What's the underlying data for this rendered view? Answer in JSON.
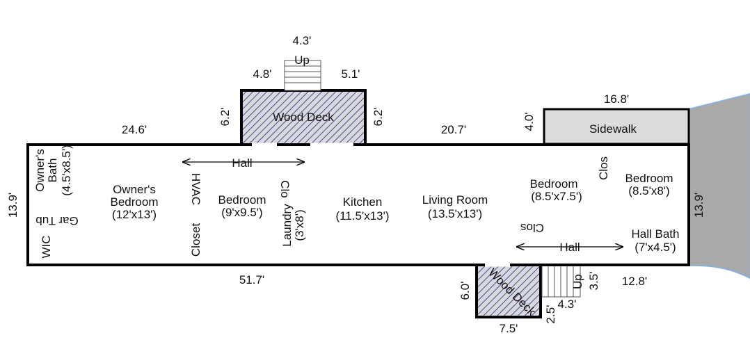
{
  "floor_plan": {
    "colors": {
      "wall": "#000000",
      "deck_hatch": "#2a2a6a",
      "deck_fill": "#d8d8e0",
      "sidewalk_fill": "#dcdcdc",
      "road_fill": "#a9a9a9",
      "road_edge": "#8ab0d8"
    },
    "rooms": {
      "owners_bath": [
        "Owner's",
        "Bath",
        "(4.5'x8.5')"
      ],
      "garden_tub": "Gar Tub",
      "wic": "WIC",
      "owners_bedroom": [
        "Owner's",
        "Bedroom",
        "(12'x13')"
      ],
      "hvac": "HVAC",
      "closet": "Closet",
      "hall_upper": "Hall",
      "bedroom_mid": [
        "Bedroom",
        "(9'x9.5')"
      ],
      "clo_upper": "Clo",
      "laundry": [
        "Laundry",
        "(3'x8')"
      ],
      "kitchen": [
        "Kitchen",
        "(11.5'x13')"
      ],
      "living_room": [
        "Living Room",
        "(13.5'x13')"
      ],
      "bedroom_right1": [
        "Bedroom",
        "(8.5'x7.5')"
      ],
      "clos_upper": "Clos",
      "bedroom_right2": [
        "Bedroom",
        "(8.5'x8')"
      ],
      "clos_lower": "Clos",
      "hall_lower": "Hall",
      "hall_bath": [
        "Hall Bath",
        "(7'x4.5')"
      ]
    },
    "features": {
      "wood_deck_top": "Wood Deck",
      "wood_deck_bottom": "Wood Deck",
      "sidewalk": "Sidewalk",
      "stairs_top": "Up",
      "stairs_bottom": "Up"
    },
    "dimensions": {
      "top_left": "24.6'",
      "deck_left": "6.2'",
      "deck_right": "6.2'",
      "deck_top_left": "4.8'",
      "deck_top_right": "5.1'",
      "stairs_top_width": "4.3'",
      "top_mid": "20.7'",
      "sidewalk_height": "4.0'",
      "sidewalk_width": "16.8'",
      "left_side": "13.9'",
      "right_side": "13.9'",
      "bottom": "51.7'",
      "deck_bottom_height": "6.0'",
      "deck_bottom_width": "7.5'",
      "stairs_bottom_offset": "2.5'",
      "stairs_bottom_width": "4.3'",
      "stairs_bottom_height": "3.5'",
      "bottom_right": "12.8'"
    }
  }
}
